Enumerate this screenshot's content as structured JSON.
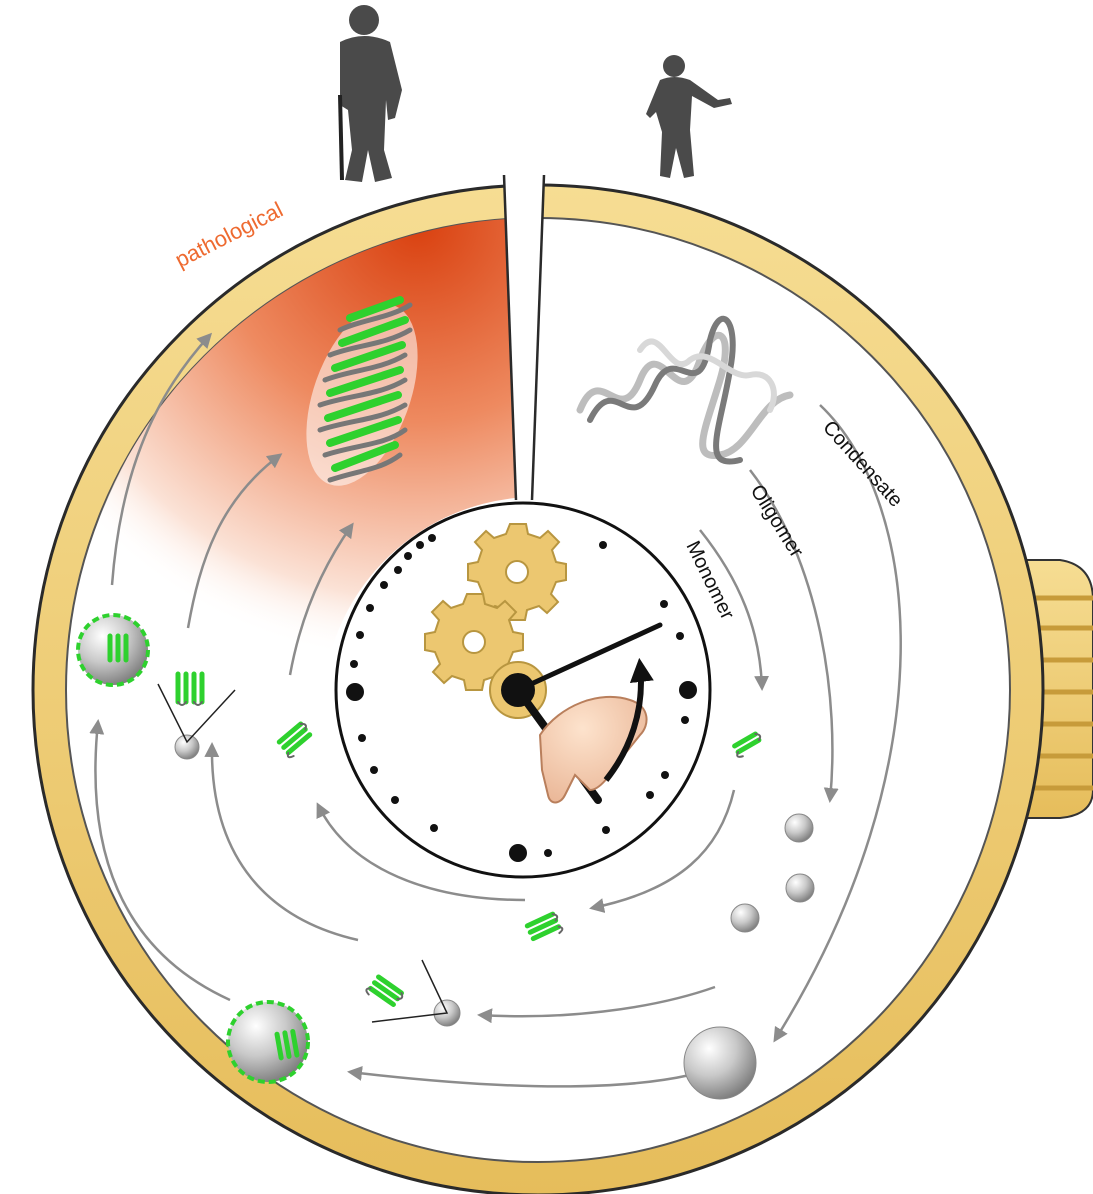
{
  "labels": {
    "pathological": "pathological",
    "condensate": "Condensate",
    "oligomer": "Oligomer",
    "monomer": "Monomer"
  },
  "colors": {
    "gold": "#f0cf78",
    "gold_dark": "#c79b3a",
    "pathological_red": "#e04a1a",
    "pathological_text": "#ee6a30",
    "protein_green": "#2ed12e",
    "arrow_gray": "#8c8c8c"
  },
  "icons": [
    "elderly-person-icon",
    "child-icon",
    "gear-icon",
    "hand-icon",
    "watch-crown-icon"
  ]
}
